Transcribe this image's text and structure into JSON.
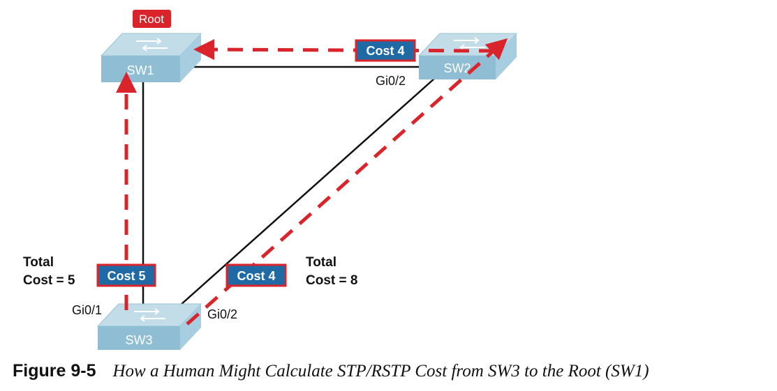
{
  "colors": {
    "switch_top": "#c2dde8",
    "switch_front": "#8fbdd3",
    "switch_side": "#a7cde0",
    "dashed_path": "#d9242b",
    "cost_fill": "#1f6aa5",
    "cost_border": "#d9242b",
    "root_fill": "#d9242b"
  },
  "switches": {
    "sw1": {
      "name": "SW1"
    },
    "sw2": {
      "name": "SW2"
    },
    "sw3": {
      "name": "SW3"
    }
  },
  "root_label": "Root",
  "interfaces": {
    "sw2_gi": "Gi0/2",
    "sw3_gi01": "Gi0/1",
    "sw3_gi02": "Gi0/2"
  },
  "costs": {
    "sw2_to_sw1": "Cost 4",
    "sw3_to_sw1": "Cost 5",
    "sw3_to_sw2": "Cost 4"
  },
  "totals": {
    "left_line1": "Total",
    "left_line2": "Cost = 5",
    "right_line1": "Total",
    "right_line2": "Cost = 8"
  },
  "caption": {
    "figure": "Figure 9-5",
    "text": "How a Human Might Calculate STP/RSTP Cost from SW3 to the Root (SW1)"
  }
}
